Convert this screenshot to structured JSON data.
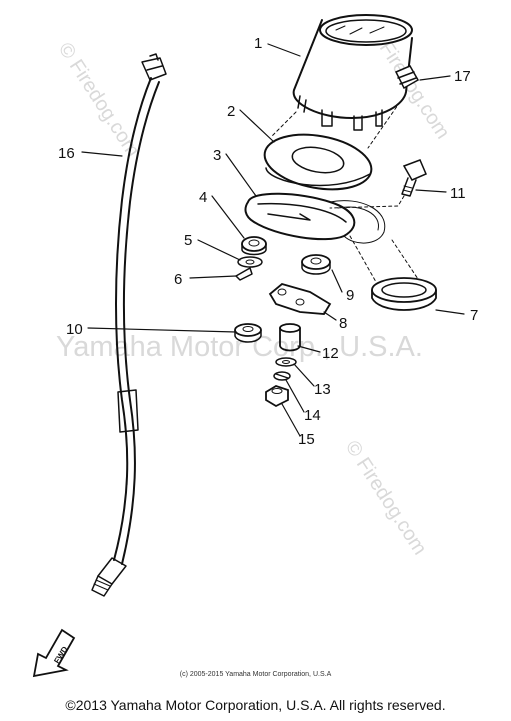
{
  "watermarks": {
    "firedog": "© Firedog.com",
    "yamaha": "Yamaha Motor Corp., U.S.A."
  },
  "callouts": [
    "1",
    "2",
    "3",
    "4",
    "5",
    "6",
    "7",
    "8",
    "9",
    "10",
    "11",
    "12",
    "13",
    "14",
    "15",
    "16",
    "17"
  ],
  "fwd_label": "FWD",
  "small_copyright": "(c) 2005-2015 Yamaha Motor Corporation, U.S.A",
  "footer": "©2013 Yamaha Motor Corporation, U.S.A. All rights reserved.",
  "colors": {
    "line": "#111111",
    "watermark": "#d9d9d9",
    "background": "#ffffff"
  }
}
